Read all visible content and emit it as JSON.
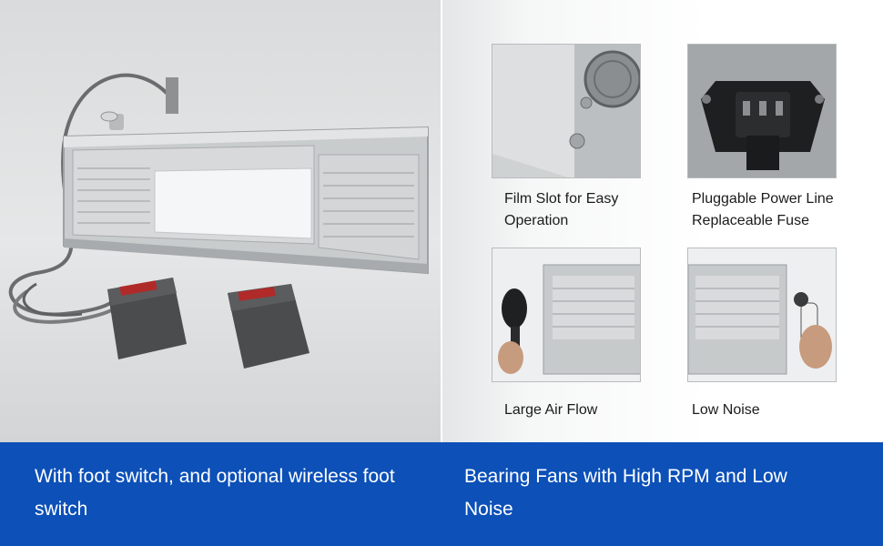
{
  "banner": {
    "left_text": "With foot switch, and optional wireless foot switch",
    "right_text": "Bearing Fans with High RPM and Low Noise"
  },
  "features": [
    {
      "caption": "Film Slot for Easy Operation",
      "image": "film-slot-closeup"
    },
    {
      "caption": "Pluggable Power Line Replaceable Fuse",
      "image": "power-socket-closeup"
    },
    {
      "caption": "Large Air Flow",
      "image": "anemometer-test"
    },
    {
      "caption": "Low Noise",
      "image": "sound-meter-test"
    }
  ],
  "colors": {
    "banner": "#0c50b8",
    "device_frame": "#c4c7c9",
    "light_panel": "#f4f6f7"
  }
}
